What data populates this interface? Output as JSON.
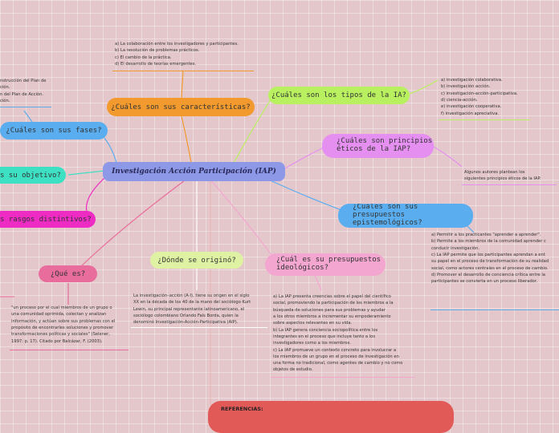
{
  "central": "Investigación Acción Participación (IAP)",
  "nodes": {
    "caracteristicas": "¿Cuáles son sus características?",
    "tipos": "¿Cuáles son los tipos de la IA?",
    "principios": "¿Cuáles son principios éticos de la IAP?",
    "epistemologicos": "¿Cuáles son sus presupuestos epistemológicos?",
    "ideologico": "¿Cuál es su presupuestos ideológicos?",
    "origen": "¿Dónde se originó?",
    "quees": "¿Qué es?",
    "rasgos": "s rasgos distintivos?",
    "objetivo": "s su objetivo?",
    "fases": "¿Cuáles son sus fases?"
  },
  "notes": {
    "caracteristicas": [
      "a)   La colaboración entre los investigadores y participantes.",
      "b)   La resolución de problemas prácticos.",
      "c)   El cambio de la práctica.",
      "d)   El desarrollo de teorías emergentes."
    ],
    "tipos": [
      "a)   investigación colaborativa.",
      "b)   investigación acción.",
      "c)   investigación-acción-participativa.",
      "d)   ciencia-acción.",
      "e)   investigación cooperativa.",
      "f)    investigación apreciativa."
    ],
    "principios": [
      "Algunos autores plantean los",
      "siguientes principios éticos de la IAP."
    ],
    "epistemologicos": [
      "a)   Permitir a los practicantes \"aprender a aprender\".",
      "b)   Permite a los miembros de la comunidad aprender c",
      "conducir investigación.",
      "c)   La IAP permite que los participantes aprendan a ent",
      "su papel en el proceso de transformación de su realidad",
      "social, como actores centrales en el proceso de cambio.",
      "d)   Promover el desarrollo de conciencia crítica entre la",
      "participantes se convierta en un proceso liberador."
    ],
    "ideologico": [
      "a)    La IAP presenta creencias sobre el papel del científico",
      "social, promoviendo la participación de los miembros a la",
      "búsqueda de soluciones para sus problemas y ayudar",
      "a los otros miembros a incrementar su empoderamiento",
      "sobre aspectos relevantes en su vida.",
      "b)    La IAP genera conciencia sociopolítica entre los",
      "integrantes en el proceso que incluye tanto a los",
      "investigadores como a los miembros.",
      "c)    La IAP promueve un contexto concreto para involucrar a",
      "los miembros de un grupo en el proceso de investigación en",
      "una forma no tradicional, como agentes de cambio y no como",
      "objetos de estudio."
    ],
    "origen": [
      "La investigación–acción (A-I), tiene su origen en el siglo",
      "XX en la década de los 40 de la mano del sociólogo Kurt",
      "Lewin, su principal representante latinoamericano, el",
      "sociólogo colombiano Orlando Fals Borda, quien la",
      "denominó Investigación-Acción-Participativa (AIP)."
    ],
    "quees": [
      "\"un proceso por el cual miembros de un grupo o",
      "una comunidad oprimida, colectan y analizan",
      "información, y actúan sobre sus problemas con el",
      "propósito de encontrarles soluciones y promover",
      "transformaciones políticas y sociales\" (Selener,",
      "1997: p. 17). Citado por Balcázar, F. (2003)."
    ],
    "fases": [
      "nstrucción del Plan de",
      "ción.",
      "n del Plan de Acción.",
      "ción."
    ]
  },
  "references": "REFERENCIAS:",
  "colors": {
    "central": "#8d98e6",
    "orange": "#f29a2e",
    "blue": "#5aaef0",
    "green": "#b8f060",
    "teal": "#3ee0c4",
    "violet": "#e58ff0",
    "magenta": "#ee2cc4",
    "pink": "#f3a6d0",
    "lime": "#dff2a4",
    "rose": "#e86c9c",
    "red": "#e25a58"
  }
}
